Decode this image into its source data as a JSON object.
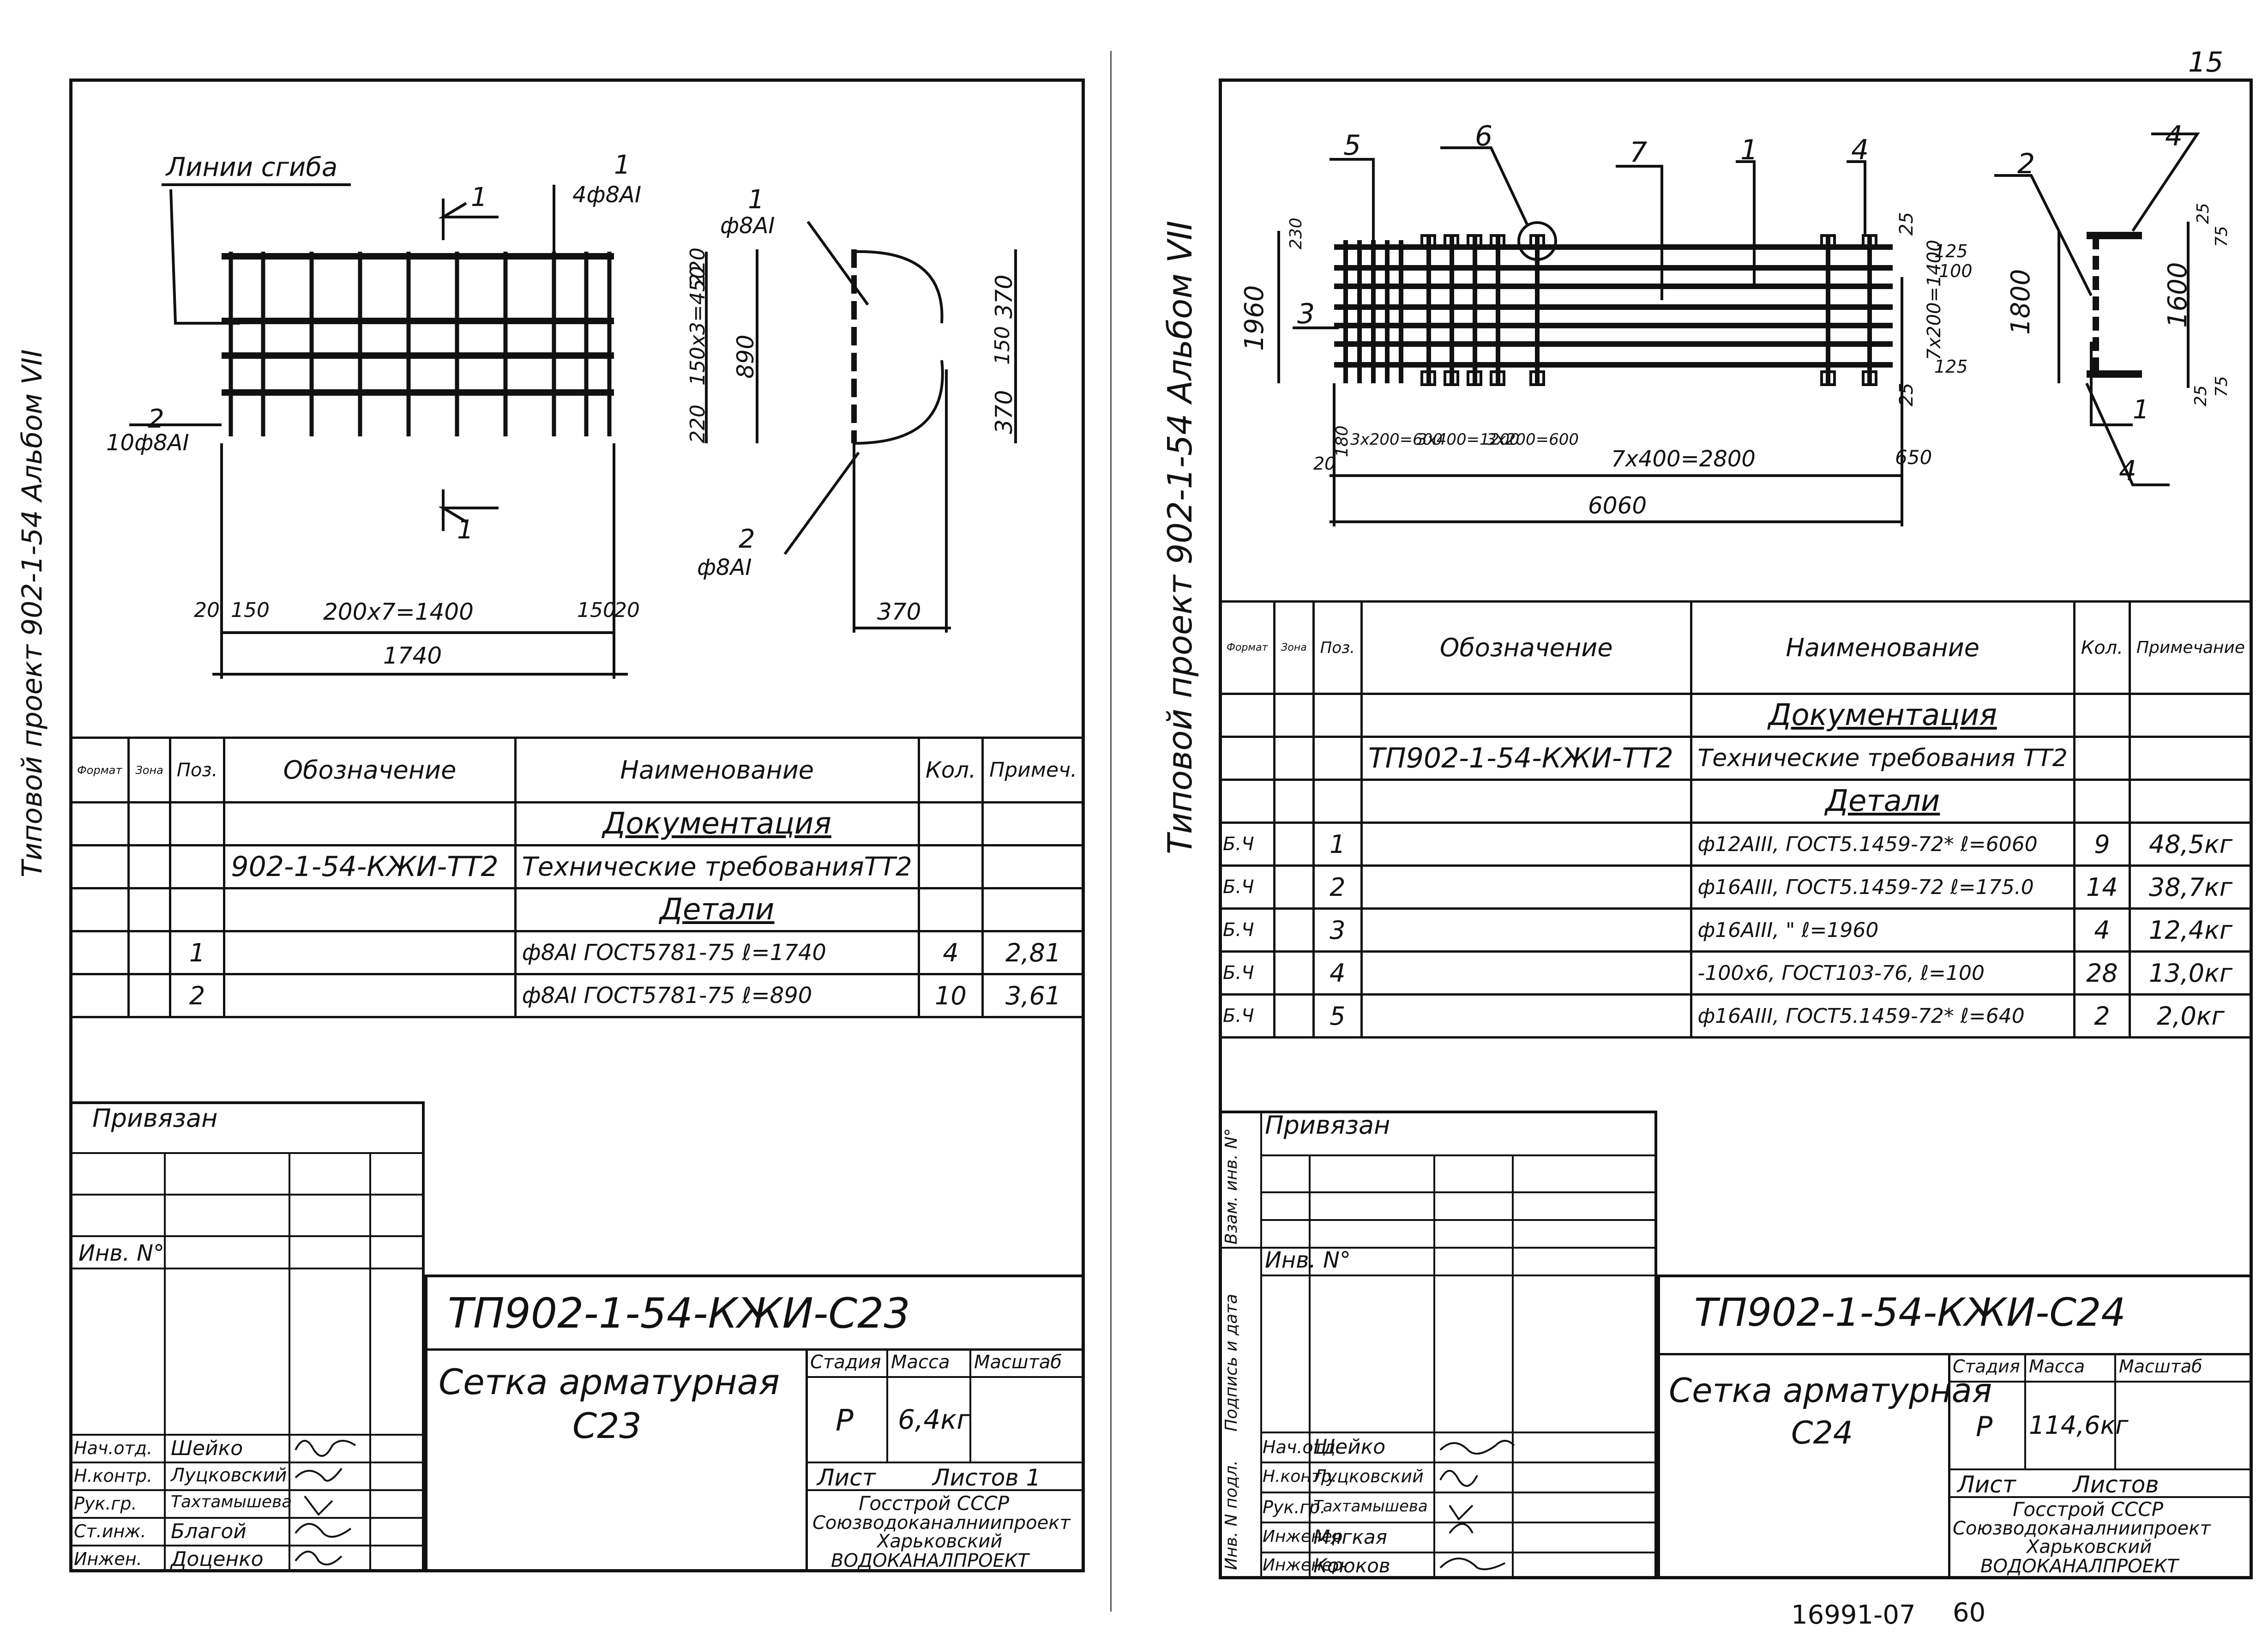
{
  "page_number": "15",
  "archive_number": "16991-07",
  "sheet_number_right": "60",
  "left": {
    "side_label": "Типовой проект 902-1-54 Альбом VII",
    "drawing": {
      "bend_line_label": "Линии сгиба",
      "section_mark": "1",
      "callout_1_pos": "1",
      "callout_1_text": "4ф8АI",
      "callout_1b_pos": "1",
      "callout_1b_text": "ф8АI",
      "callout_2_pos": "2",
      "callout_2_text": "10ф8АI",
      "callout_2b_pos": "2",
      "callout_2b_text": "ф8АI",
      "dim_bottom_1": "20",
      "dim_bottom_2": "150",
      "dim_bottom_3": "200x7=1400",
      "dim_bottom_4": "150",
      "dim_bottom_5": "20",
      "dim_total": "1740",
      "dim_v1": "220",
      "dim_v2": "150x3=450",
      "dim_v3": "220",
      "dim_v4": "890",
      "dim_s1": "370",
      "dim_s2": "150",
      "dim_s3": "370",
      "dim_s4": "370"
    },
    "spec": {
      "headers": [
        "Формат",
        "Зона",
        "Поз.",
        "Обозначение",
        "Наименование",
        "Кол.",
        "Примеч."
      ],
      "section_doc": "Документация",
      "doc_code": "902-1-54-КЖИ-ТТ2",
      "doc_name": "Технические требованияТТ2",
      "section_parts": "Детали",
      "rows": [
        {
          "pos": "1",
          "name": "ф8АI ГОСТ5781-75 ℓ=1740",
          "qty": "4",
          "note": "2,81"
        },
        {
          "pos": "2",
          "name": "ф8АI ГОСТ5781-75 ℓ=890",
          "qty": "10",
          "note": "3,61"
        }
      ]
    },
    "title_block": {
      "bound_label": "Привязан",
      "inv_label": "Инв. N°",
      "code": "ТП902-1-54-КЖИ-С23",
      "name_line1": "Сетка арматурная",
      "name_line2": "С23",
      "stage_label": "Стадия",
      "mass_label": "Масса",
      "scale_label": "Масштаб",
      "stage": "Р",
      "mass": "6,4кг",
      "sheet_label": "Лист",
      "sheets_label": "Листов 1",
      "org_1": "Госстрой СССР",
      "org_2": "Союзводоканалниипроект",
      "org_3": "Харьковский",
      "org_4": "ВОДОКАНАЛПРОЕКТ",
      "roles": [
        "Нач.отд.",
        "Н.контр.",
        "Рук.гр.",
        "Ст.инж.",
        "Инжен."
      ],
      "names": [
        "Шейко",
        "Луцковский",
        "Тахтамышева",
        "Благой",
        "Доценко"
      ]
    }
  },
  "right": {
    "side_label": "Типовой проект 902-1-54 Альбом VII",
    "drawing": {
      "callouts": [
        "5",
        "6",
        "7",
        "1",
        "4",
        "2",
        "4",
        "3",
        "1",
        "4"
      ],
      "dim_top_1": "230",
      "dim_top_2": "25",
      "dim_top_3": "125",
      "dim_top_4": "100",
      "dim_left": "1960",
      "dim_mid": "7x200=1400",
      "dim_right": "1800",
      "dim_low_1": "125",
      "dim_low_2": "25",
      "dim_sec_1": "25",
      "dim_sec_2": "75",
      "dim_sec_3": "1600",
      "dim_sec_4": "25",
      "dim_sec_5": "75",
      "dim_b1": "20",
      "dim_b2": "180",
      "dim_b3": "3x200=600",
      "dim_b4": "3x400=1200",
      "dim_b5": "3x200=600",
      "dim_b6": "7x400=2800",
      "dim_b7": "650",
      "dim_total": "6060"
    },
    "spec": {
      "headers": [
        "Формат",
        "Зона",
        "Поз.",
        "Обозначение",
        "Наименование",
        "Кол.",
        "Примечание"
      ],
      "section_doc": "Документация",
      "doc_code": "ТП902-1-54-КЖИ-ТТ2",
      "doc_name": "Технические требования ТТ2",
      "section_parts": "Детали",
      "rows": [
        {
          "fmt": "Б.Ч",
          "pos": "1",
          "name": "ф12АIII, ГОСТ5.1459-72* ℓ=6060",
          "qty": "9",
          "note": "48,5кг"
        },
        {
          "fmt": "Б.Ч",
          "pos": "2",
          "name": "ф16АIII, ГОСТ5.1459-72 ℓ=175.0",
          "qty": "14",
          "note": "38,7кг"
        },
        {
          "fmt": "Б.Ч",
          "pos": "3",
          "name": "ф16АIII, \" ℓ=1960",
          "qty": "4",
          "note": "12,4кг"
        },
        {
          "fmt": "Б.Ч",
          "pos": "4",
          "name": "-100x6, ГОСТ103-76, ℓ=100",
          "qty": "28",
          "note": "13,0кг"
        },
        {
          "fmt": "Б.Ч",
          "pos": "5",
          "name": "ф16АIII, ГОСТ5.1459-72* ℓ=640",
          "qty": "2",
          "note": "2,0кг"
        }
      ]
    },
    "title_block": {
      "bound_label": "Привязан",
      "inv_label": "Инв. N°",
      "side_cols": [
        "Взам. инв. N°",
        "Подпись и дата",
        "Инв. N подл."
      ],
      "code": "ТП902-1-54-КЖИ-С24",
      "name_line1": "Сетка арматурная",
      "name_line2": "С24",
      "stage_label": "Стадия",
      "mass_label": "Масса",
      "scale_label": "Масштаб",
      "stage": "Р",
      "mass": "114,6кг",
      "sheet_label": "Лист",
      "sheets_label": "Листов",
      "org_1": "Госстрой СССР",
      "org_2": "Союзводоканалниипроект",
      "org_3": "Харьковский",
      "org_4": "ВОДОКАНАЛПРОЕКТ",
      "roles": [
        "Нач.отд.",
        "Н.контр.",
        "Рук.гр.",
        "Инженер",
        "Инженер"
      ],
      "names": [
        "Шейко",
        "Луцковский",
        "Тахтамышева",
        "Мягкая",
        "Коюков"
      ]
    }
  }
}
